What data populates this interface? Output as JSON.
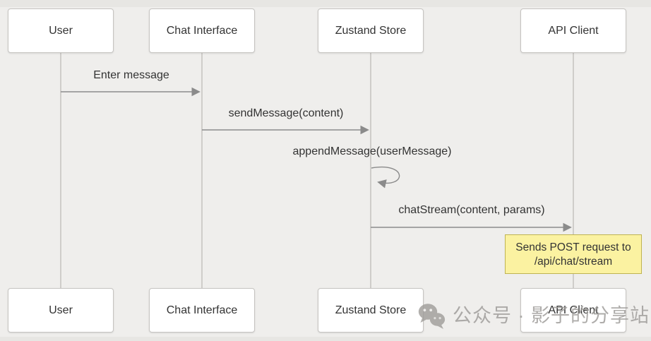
{
  "diagram": {
    "type": "sequence",
    "actors": [
      {
        "label": "User"
      },
      {
        "label": "Chat Interface"
      },
      {
        "label": "Zustand Store"
      },
      {
        "label": "API Client"
      }
    ],
    "messages": [
      {
        "from": "User",
        "to": "Chat Interface",
        "label": "Enter message"
      },
      {
        "from": "Chat Interface",
        "to": "Zustand Store",
        "label": "sendMessage(content)"
      },
      {
        "from": "Zustand Store",
        "to": "Zustand Store",
        "label": "appendMessage(userMessage)",
        "self": true
      },
      {
        "from": "Zustand Store",
        "to": "API Client",
        "label": "chatStream(content, params)"
      }
    ],
    "note": {
      "over": "API Client",
      "lines": [
        "Sends POST request to",
        "/api/chat/stream"
      ]
    }
  },
  "watermark": {
    "icon": "wechat-icon",
    "text": "公众号 · 影子的分享站"
  },
  "colors": {
    "background": "#efeeec",
    "page_edge": "#e7e6e3",
    "actor_fill": "#ffffff",
    "actor_border": "#c6c4c1",
    "arrow": "#8b8b8b",
    "lifeline": "#c7c5c2",
    "note_fill": "#fbf2a1",
    "note_border": "#bfb352",
    "text": "#333333",
    "watermark_text": "#9d9b98"
  }
}
